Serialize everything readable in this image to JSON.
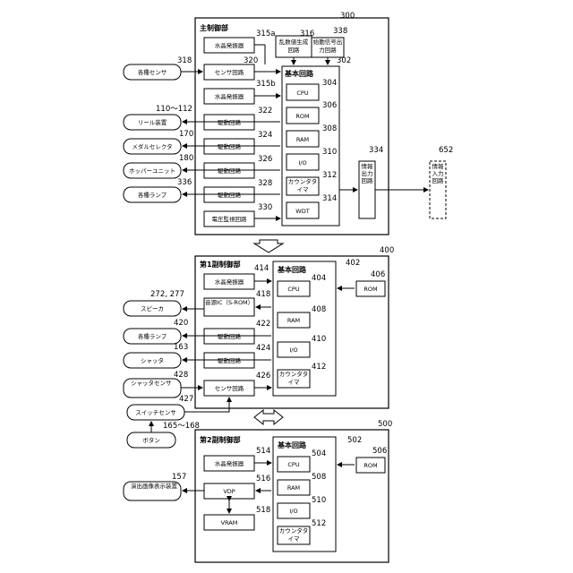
{
  "main": {
    "title": "主制御部",
    "ref": "300",
    "xtal_a": "水晶発振器",
    "xtal_b": "水晶発振器",
    "rng": "乱数値生成回路",
    "start_sig": "始動信号出力回路",
    "sensor_circuit": "センサ回路",
    "drive1": "駆動回路",
    "drive2": "駆動回路",
    "drive3": "駆動回路",
    "drive4": "駆動回路",
    "voltage": "電圧監視回路",
    "basic": "基本回路",
    "cpu": "CPU",
    "rom": "ROM",
    "ram": "RAM",
    "io": "I/O",
    "counter": "カウンタタイマ",
    "wdt": "WDT",
    "info_out": "情報出力回路",
    "info_in": "情報入力回路",
    "ext_sensors": "各種センサ",
    "reel": "リール装置",
    "medal": "メダルセレクタ",
    "hopper": "ホッパーユニット",
    "lamps": "各種ランプ",
    "refs": {
      "xtal_a": "315a",
      "rng": "316",
      "start_sig": "338",
      "basic": "302",
      "sensors": "318",
      "sensor_circuit": "320",
      "xtal_b": "315b",
      "cpu": "304",
      "rom": "306",
      "ram": "308",
      "io": "310",
      "counter": "312",
      "wdt": "314",
      "drive1": "322",
      "drive2": "324",
      "drive3": "326",
      "drive4": "328",
      "voltage": "330",
      "reel": "110〜112",
      "medal": "170",
      "hopper": "180",
      "lamps": "336",
      "info_out": "334",
      "info_in": "652"
    }
  },
  "sub1": {
    "title": "第1副制御部",
    "ref": "400",
    "xtal": "水晶発振器",
    "sound": "音源IC（S-ROM）",
    "drive1": "駆動回路",
    "drive2": "駆動回路",
    "sensor_circuit": "センサ回路",
    "basic": "基本回路",
    "cpu": "CPU",
    "ram": "RAM",
    "io": "I/O",
    "counter": "カウンタタイマ",
    "rom": "ROM",
    "speaker": "スピーカ",
    "lamps": "各種ランプ",
    "shutter": "シャッタ",
    "shutter_sensor": "シャッタセンサ",
    "switch_sensor": "スイッチセンサ",
    "button": "ボタン",
    "refs": {
      "xtal": "414",
      "basic": "402",
      "rom": "406",
      "cpu": "404",
      "sound": "418",
      "speaker": "272, 277",
      "lamps": "420",
      "drive1": "422",
      "ram": "408",
      "shutter": "163",
      "drive2": "424",
      "io": "410",
      "counter": "412",
      "shutter_sensor": "428",
      "sensor_circuit": "426",
      "switch_sensor": "427",
      "button": "165〜168"
    }
  },
  "sub2": {
    "title": "第2副制御部",
    "ref": "500",
    "xtal": "水晶発振器",
    "vdp": "VDP",
    "vram": "VRAM",
    "display": "演出画像表示装置",
    "basic": "基本回路",
    "cpu": "CPU",
    "ram": "RAM",
    "io": "I/O",
    "counter": "カウンタタイマ",
    "rom": "ROM",
    "refs": {
      "xtal": "514",
      "basic": "502",
      "rom": "506",
      "cpu": "504",
      "vdp": "516",
      "display": "157",
      "ram": "508",
      "io": "510",
      "vram": "518",
      "counter": "512"
    }
  }
}
